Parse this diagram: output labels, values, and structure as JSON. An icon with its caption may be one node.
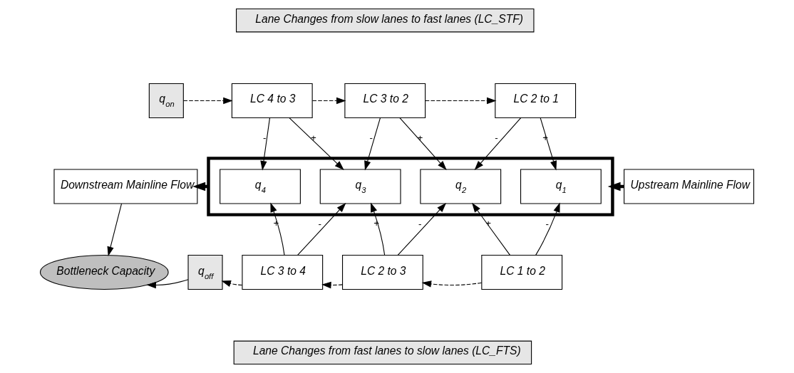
{
  "diagram": {
    "nodes": [
      {
        "text": [
          "Lane Changes from slow lanes to fast lanes (LC_STF)"
        ]
      },
      {
        "text": [
          "q$_{on}$"
        ]
      },
      {
        "text": [
          "LC 4 to 3"
        ]
      },
      {
        "text": [
          "LC 3 to 2"
        ]
      },
      {
        "text": [
          "LC 2 to 1"
        ]
      },
      {
        "text": [
          "Downstream Mainline Flow"
        ]
      },
      {
        "text": [],
        "shape": "box"
      },
      {
        "text": [
          "q$_{4}$"
        ],
        "in": 6
      },
      {
        "text": [
          "q$_{3}$"
        ],
        "in": 6
      },
      {
        "text": [
          "q$_{2}$"
        ],
        "in": 6
      },
      {
        "text": [
          "q$_{1}$"
        ],
        "in": 6
      },
      {
        "text": [
          "Upstream Mainline Flow"
        ]
      },
      {
        "text": [
          "Bottleneck Capacity"
        ]
      },
      {
        "text": [
          "q$_{off}$"
        ]
      },
      {
        "text": [
          "LC 3 to 4"
        ]
      },
      {
        "text": [
          "LC 2 to 3"
        ]
      },
      {
        "text": [
          "LC 1 to 2"
        ]
      },
      {
        "text": [
          "Lane Changes from fast lanes to slow lanes (LC_FTS)"
        ]
      }
    ],
    "edges": [
      {
        "from": 1,
        "to": 2,
        "arrow": "to",
        "style": "dashed"
      },
      {
        "from": 2,
        "to": 3,
        "arrow": "to",
        "style": "dashed"
      },
      {
        "from": 3,
        "to": 4,
        "arrow": "to",
        "style": "dashed"
      },
      {
        "from": 2,
        "to": 7,
        "arrow": "to",
        "label": "-"
      },
      {
        "from": 2,
        "to": 8,
        "arrow": "to",
        "label": "+"
      },
      {
        "from": 3,
        "to": 8,
        "arrow": "to",
        "label": "-"
      },
      {
        "from": 3,
        "to": 9,
        "arrow": "to",
        "label": "+"
      },
      {
        "from": 4,
        "to": 9,
        "arrow": "to",
        "label": "-"
      },
      {
        "from": 4,
        "to": 10,
        "arrow": "to",
        "label": "+"
      },
      {
        "from": 6,
        "to": 5,
        "arrow": "to",
        "style": "thick"
      },
      {
        "from": 11,
        "to": 6,
        "arrow": "to",
        "style": "thick"
      },
      {
        "from": 5,
        "to": 12,
        "arrow": "to"
      },
      {
        "from": 14,
        "to": 7,
        "arrow": "to",
        "label": "+"
      },
      {
        "from": 14,
        "to": 8,
        "arrow": "to",
        "label": "-"
      },
      {
        "from": 15,
        "to": 8,
        "arrow": "to",
        "label": "+"
      },
      {
        "from": 15,
        "to": 9,
        "arrow": "to",
        "label": "-"
      },
      {
        "from": 16,
        "to": 9,
        "arrow": "to",
        "label": "+"
      },
      {
        "from": 16,
        "to": 10,
        "arrow": "to",
        "label": "-"
      },
      {
        "from": 16,
        "to": 15,
        "arrow": "to",
        "style": "dashed"
      },
      {
        "from": 15,
        "to": 14,
        "arrow": "to",
        "style": "dashed"
      },
      {
        "from": 14,
        "to": 13,
        "arrow": "to",
        "style": "dashed"
      },
      {
        "from": 13,
        "to": 12,
        "arrow": "to"
      }
    ]
  }
}
